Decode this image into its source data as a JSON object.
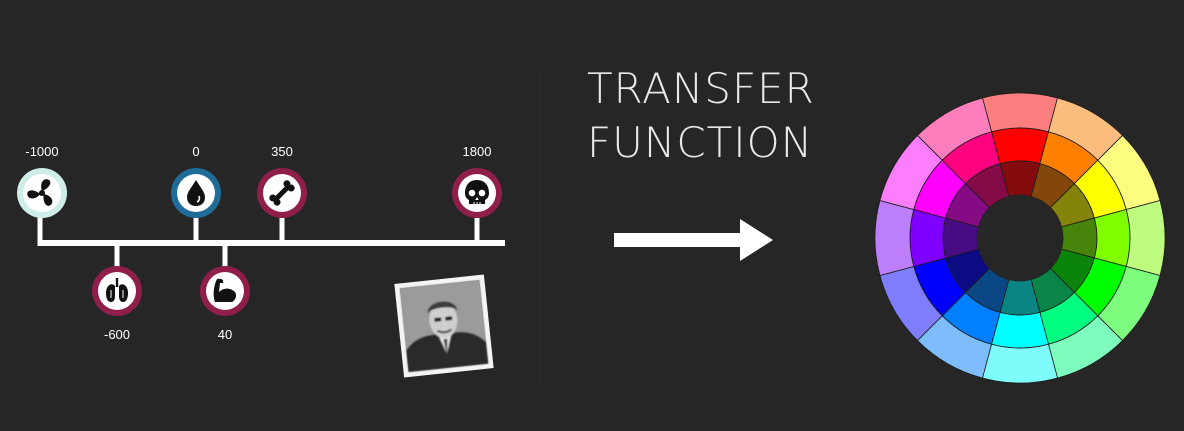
{
  "title": {
    "line1": "TRANSFER",
    "line2": "FUNCTION"
  },
  "colors": {
    "background": "#262626",
    "scale_line": "#ffffff",
    "ring_default": "#8f1f4a",
    "ring_water": "#1f6c99",
    "ring_air": "#cfeeea",
    "icon_inner": "#ffffff",
    "icon_glyph": "#111111",
    "arrow": "#ffffff",
    "wheel_hole": "#262626"
  },
  "scale": {
    "markers": [
      {
        "value": "-1000",
        "icon": "fan-icon"
      },
      {
        "value": "-600",
        "icon": "lungs-icon"
      },
      {
        "value": "0",
        "icon": "water-drop-icon"
      },
      {
        "value": "40",
        "icon": "muscle-icon"
      },
      {
        "value": "350",
        "icon": "bone-icon"
      },
      {
        "value": "1800",
        "icon": "skull-icon"
      }
    ]
  },
  "portrait": {
    "icon": "portrait-photo"
  },
  "arrow": {
    "icon": "arrow-right-icon"
  },
  "color_wheel": {
    "icon": "color-wheel",
    "segments": 12,
    "rings": 3
  }
}
